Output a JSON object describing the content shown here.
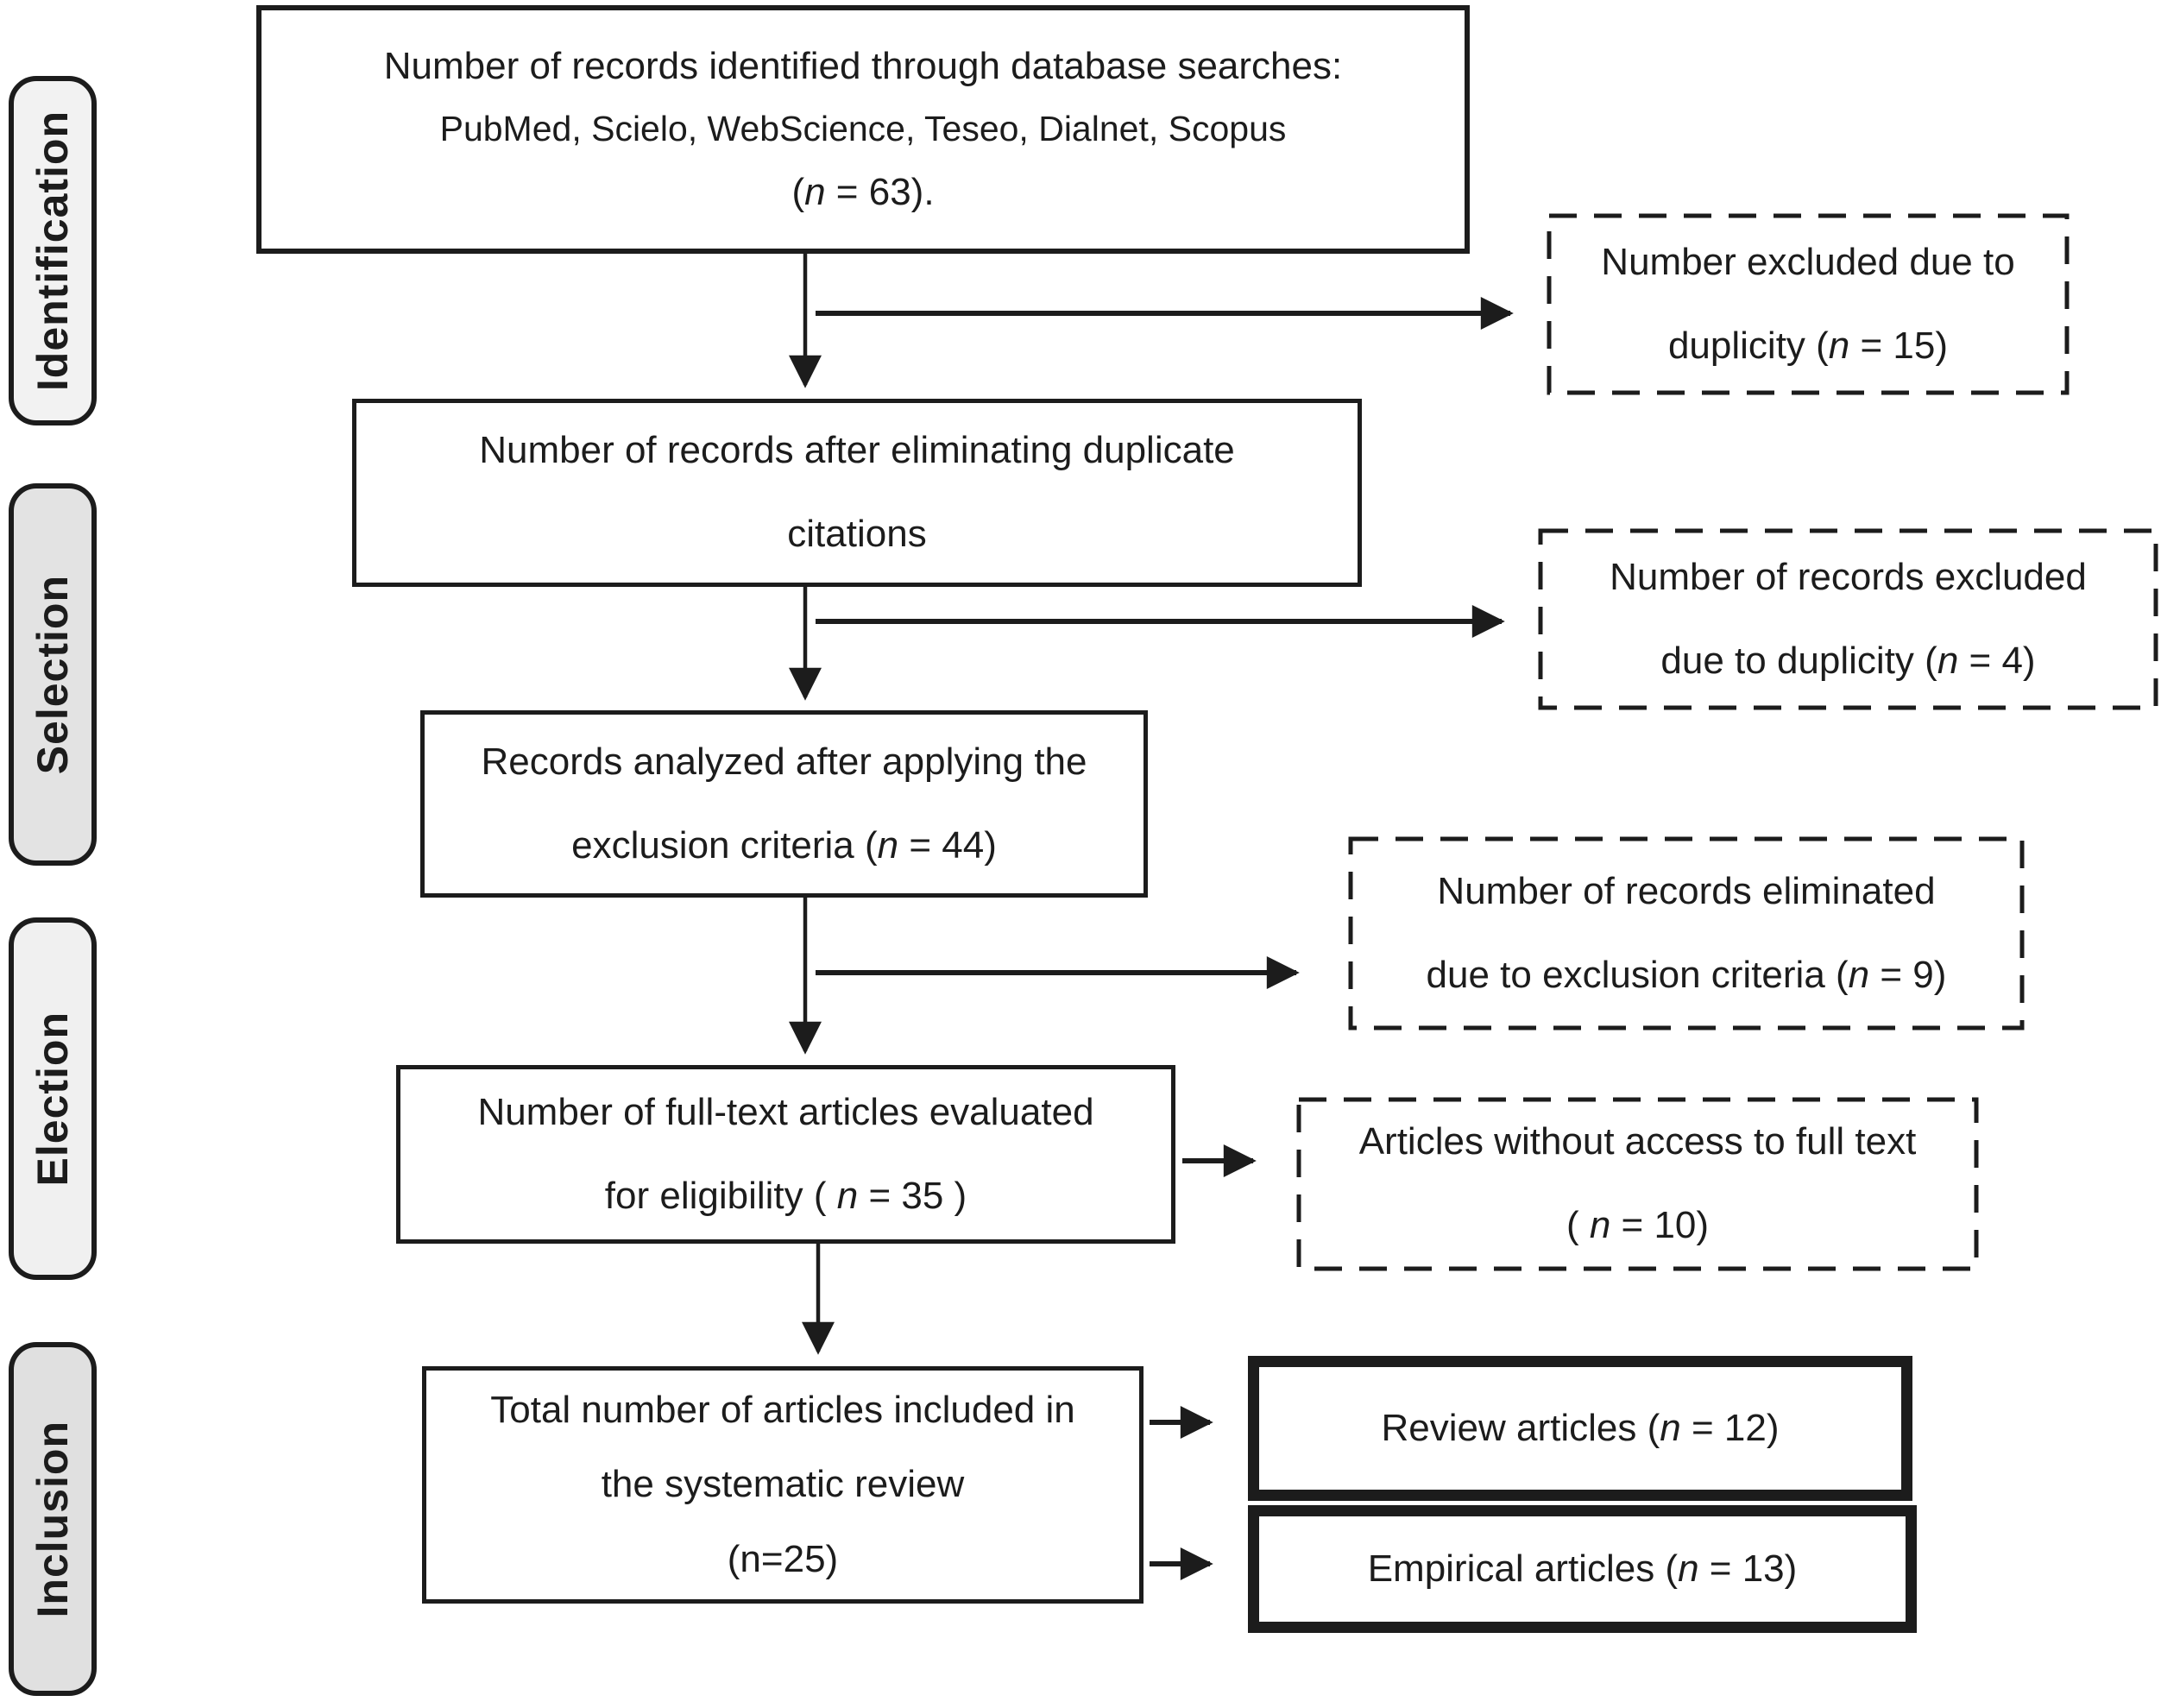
{
  "colors": {
    "ink": "#1c1c1c",
    "stage_fill_light": "#f2f2f2",
    "stage_fill_dark": "#e1e1e1",
    "background": "#ffffff"
  },
  "stages": {
    "identification": "Identification",
    "selection": "Selection",
    "election": "Election",
    "inclusion": "Inclusion"
  },
  "boxes": {
    "identified": {
      "line1": "Number of records identified through database searches:",
      "line2": "PubMed, Scielo, WebScience, Teseo, Dialnet, Scopus",
      "pre": "(",
      "n": "n",
      "post": " = 63)."
    },
    "deduplicated": {
      "line1": "Number of records after eliminating duplicate",
      "line2": "citations"
    },
    "analyzed": {
      "line1": "Records analyzed after applying the",
      "pre": "exclusion criteria (",
      "n": "n",
      "post": " = 44)"
    },
    "fulltext": {
      "line1": "Number of full-text articles evaluated",
      "pre": "for eligibility ( ",
      "n": "n",
      "post": " = 35 )"
    },
    "included": {
      "line1": "Total number of articles included in",
      "line2": "the systematic review",
      "line3": "(n=25)"
    },
    "excluded_dup15": {
      "line1": "Number excluded due to",
      "pre": "duplicity (",
      "n": "n",
      "post": " = 15)"
    },
    "excluded_dup4": {
      "line1": "Number of records excluded",
      "pre": "due to duplicity (",
      "n": "n",
      "post": " = 4)"
    },
    "eliminated9": {
      "line1": "Number of records eliminated",
      "pre": "due to exclusion criteria (",
      "n": "n",
      "post": " = 9)"
    },
    "noaccess10": {
      "line1": "Articles without access to full text",
      "pre": "( ",
      "n": "n",
      "post": " = 10)"
    },
    "review12": {
      "pre": "Review articles (",
      "n": "n",
      "post": " = 12)"
    },
    "empirical13": {
      "pre": "Empirical articles (",
      "n": "n",
      "post": " = 13)"
    }
  }
}
